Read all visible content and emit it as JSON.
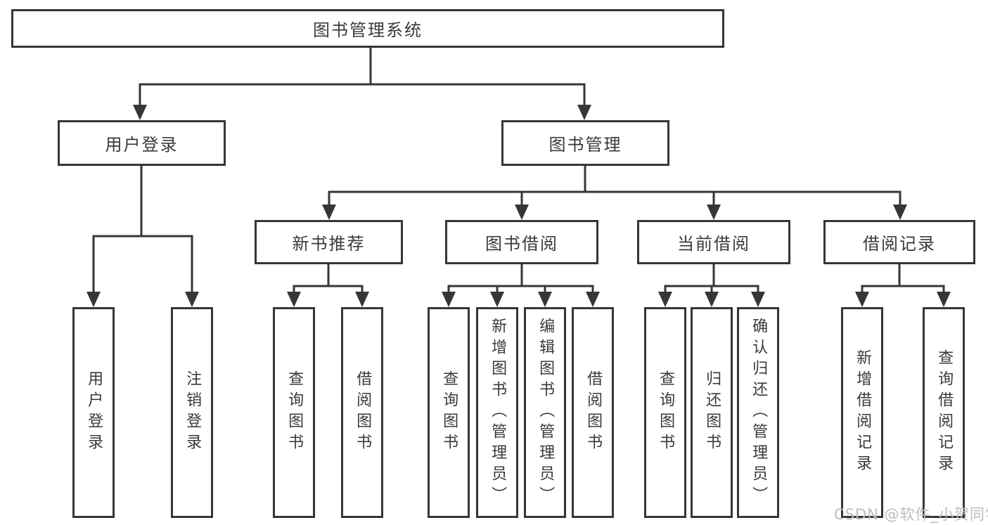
{
  "diagram": {
    "tree": {
      "label": "图书管理系统",
      "children": [
        {
          "label": "用户登录",
          "children": [
            {
              "label": "用户登录"
            },
            {
              "label": "注销登录"
            }
          ]
        },
        {
          "label": "图书管理",
          "children": [
            {
              "label": "新书推荐",
              "children": [
                {
                  "label": "查询图书"
                },
                {
                  "label": "借阅图书"
                }
              ]
            },
            {
              "label": "图书借阅",
              "children": [
                {
                  "label": "查询图书"
                },
                {
                  "label": "新增图书（管理员）"
                },
                {
                  "label": "编辑图书（管理员）"
                },
                {
                  "label": "借阅图书"
                }
              ]
            },
            {
              "label": "当前借阅",
              "children": [
                {
                  "label": "查询图书"
                },
                {
                  "label": "归还图书"
                },
                {
                  "label": "确认归还（管理员）"
                }
              ]
            },
            {
              "label": "借阅记录",
              "children": [
                {
                  "label": "新增借阅记录"
                },
                {
                  "label": "查询借阅记录"
                }
              ]
            }
          ]
        }
      ]
    },
    "colors": {
      "line": "#363636",
      "text": "#3a3a3a",
      "box_background": "#ffffff",
      "watermark": "#b9bdc3",
      "background": "#ffffff"
    },
    "watermark": "CSDN @软件_小贺同学"
  }
}
